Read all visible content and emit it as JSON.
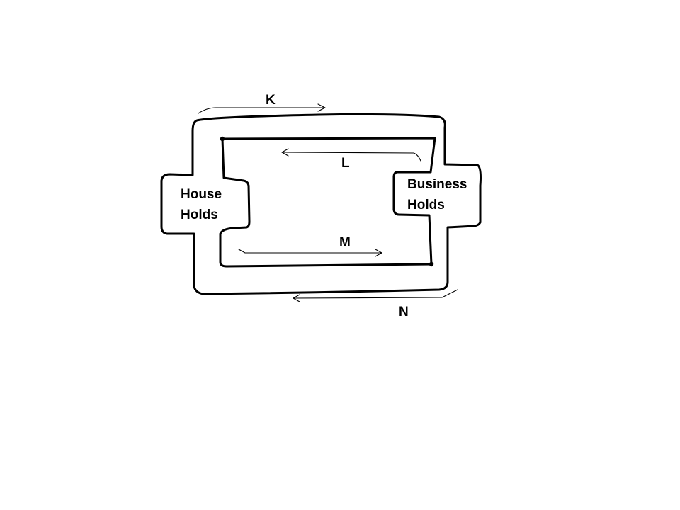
{
  "nodes": {
    "households": {
      "line1": "House",
      "line2": "Holds"
    },
    "business": {
      "line1": "Business",
      "line2": "Holds"
    }
  },
  "flows": {
    "outer_top": {
      "label": "K"
    },
    "inner_top": {
      "label": "L"
    },
    "inner_bottom": {
      "label": "M"
    },
    "outer_bottom": {
      "label": "N"
    }
  },
  "colors": {
    "stroke": "#000000",
    "background": "#ffffff"
  }
}
